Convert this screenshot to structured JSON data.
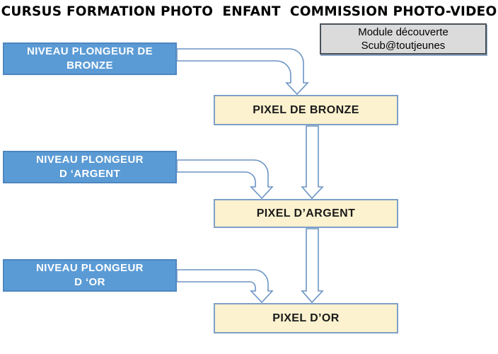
{
  "title": "CURSUS FORMATION PHOTO  ENFANT  COMMISSION PHOTO-VIDEO",
  "module_box": {
    "line1": "Module découverte",
    "line2": "Scub@toutjeunes"
  },
  "levels": [
    {
      "diver_line1": "NIVEAU PLONGEUR DE",
      "diver_line2": "BRONZE",
      "pixel_label": "PIXEL DE BRONZE"
    },
    {
      "diver_line1": "NIVEAU PLONGEUR",
      "diver_line2": "D ‘ARGENT",
      "pixel_label": "PIXEL D’ARGENT"
    },
    {
      "diver_line1": "NIVEAU PLONGEUR",
      "diver_line2": "D ‘OR",
      "pixel_label": "PIXEL D’OR"
    }
  ],
  "colors": {
    "level_box_fill": "#5B9BD5",
    "level_box_border": "#4E86C0",
    "level_box_text": "#FFFFFF",
    "pixel_box_fill": "#FCF2CF",
    "pixel_box_border": "#7EA0C8",
    "pixel_box_text": "#1A1A1A",
    "module_box_fill": "#DBDBDB",
    "module_box_border": "#4A525A",
    "module_box_accent": "#8FA9C9",
    "arrow_stroke": "#6B94C4",
    "arrow_fill": "#FFFFFF",
    "title_color": "#000000",
    "background": "#FFFFFF"
  }
}
